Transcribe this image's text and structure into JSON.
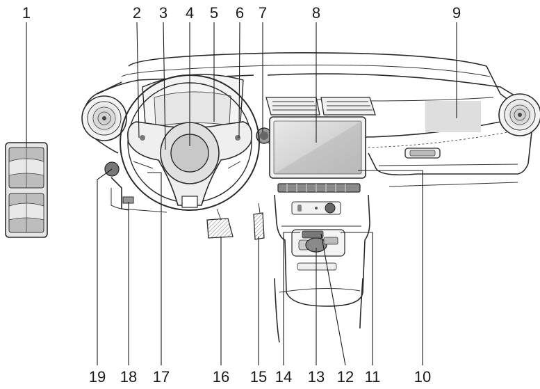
{
  "callouts": [
    "1",
    "2",
    "3",
    "4",
    "5",
    "6",
    "7",
    "8",
    "9",
    "10",
    "11",
    "12",
    "13",
    "14",
    "15",
    "16",
    "17",
    "18",
    "19"
  ],
  "colors": {
    "line": "#2a2a2a",
    "fill_light": "#f2f2f2",
    "fill_mid": "#cfcfcf",
    "fill_dark": "#8c8c8c"
  }
}
